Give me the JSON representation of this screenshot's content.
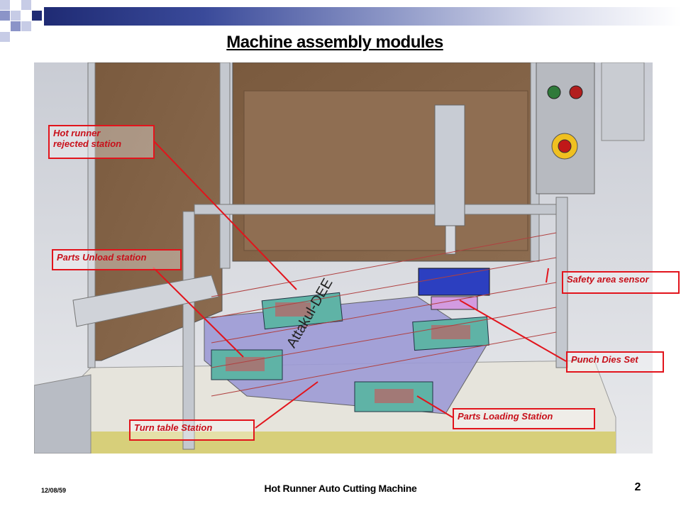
{
  "slide": {
    "title": "Machine assembly modules",
    "footer_date": "12/08/59",
    "footer_title": "Hot Runner Auto Cutting Machine",
    "page_number": "2"
  },
  "diagram": {
    "watermark": "Attakul-DEE",
    "labels": {
      "hot_runner_rejected": "Hot runner\nrejected station",
      "parts_unload": "Parts Unload station",
      "safety_sensor": "Safety area sensor",
      "punch_dies": "Punch Dies Set",
      "parts_loading": "Parts Loading Station",
      "turn_table": "Turn table Station"
    }
  },
  "colors": {
    "callout": "#e2141c",
    "header_bar": "#1f2b74"
  }
}
